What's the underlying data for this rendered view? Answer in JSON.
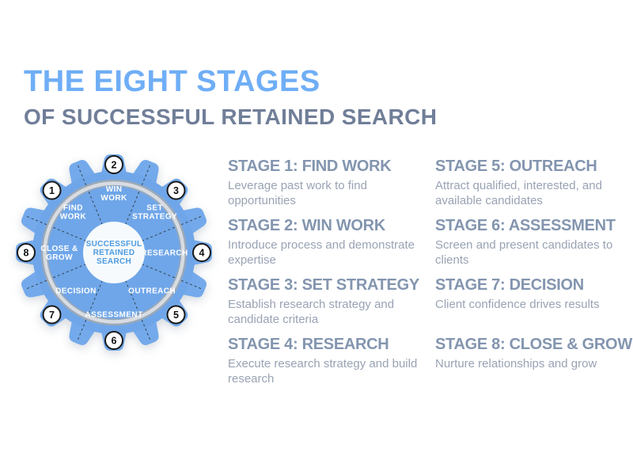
{
  "title": "THE EIGHT STAGES",
  "subtitle": "OF SUCCESSFUL RETAINED SEARCH",
  "colors": {
    "title_blue": "#6FAEF6",
    "subtitle_gray": "#707E98",
    "heading_slate": "#8395AF",
    "body_gray": "#99A3B4",
    "gear_blue": "#6FA6E9",
    "tooth_blue": "#74AAEB",
    "ring_silver_light": "#D8DCE1",
    "ring_silver_dark": "#9FA8B2",
    "center_circle_fill": "#F6FAFD",
    "center_text_blue": "#4E9BE0",
    "segment_label_white": "#FFFFFF",
    "divider_dark": "#36434F",
    "badge_fill": "#FFFFFF",
    "badge_border": "#191919",
    "badge_text": "#111111"
  },
  "gear": {
    "center_lines": [
      "SUCCESSFUL",
      "RETAINED",
      "SEARCH"
    ],
    "segments": [
      {
        "number": "1",
        "label_lines": [
          "FIND",
          "WORK"
        ],
        "angle": -135
      },
      {
        "number": "2",
        "label_lines": [
          "WIN",
          "WORK"
        ],
        "angle": -90
      },
      {
        "number": "3",
        "label_lines": [
          "SET",
          "STRATEGY"
        ],
        "angle": -45
      },
      {
        "number": "4",
        "label_lines": [
          "RESEARCH"
        ],
        "angle": 0
      },
      {
        "number": "5",
        "label_lines": [
          "OUTREACH"
        ],
        "angle": 45
      },
      {
        "number": "6",
        "label_lines": [
          "ASSESSMENT"
        ],
        "angle": 90
      },
      {
        "number": "7",
        "label_lines": [
          "DECISION"
        ],
        "angle": 135
      },
      {
        "number": "8",
        "label_lines": [
          "CLOSE &",
          "GROW"
        ],
        "angle": 180
      }
    ]
  },
  "stages": [
    {
      "heading": "STAGE 1: FIND WORK",
      "description": "Leverage past work to find opportunities"
    },
    {
      "heading": "STAGE 2: WIN WORK",
      "description": "Introduce process and demonstrate expertise"
    },
    {
      "heading": "STAGE 3: SET STRATEGY",
      "description": "Establish research strategy and candidate criteria"
    },
    {
      "heading": "STAGE 4: RESEARCH",
      "description": "Execute research strategy and build research"
    },
    {
      "heading": "STAGE 5: OUTREACH",
      "description": "Attract qualified, interested, and available candidates"
    },
    {
      "heading": "STAGE 6: ASSESSMENT",
      "description": "Screen and present candidates to clients"
    },
    {
      "heading": "STAGE 7: DECISION",
      "description": "Client confidence drives results"
    },
    {
      "heading": "STAGE 8: CLOSE & GROW",
      "description": "Nurture relationships and grow"
    }
  ]
}
